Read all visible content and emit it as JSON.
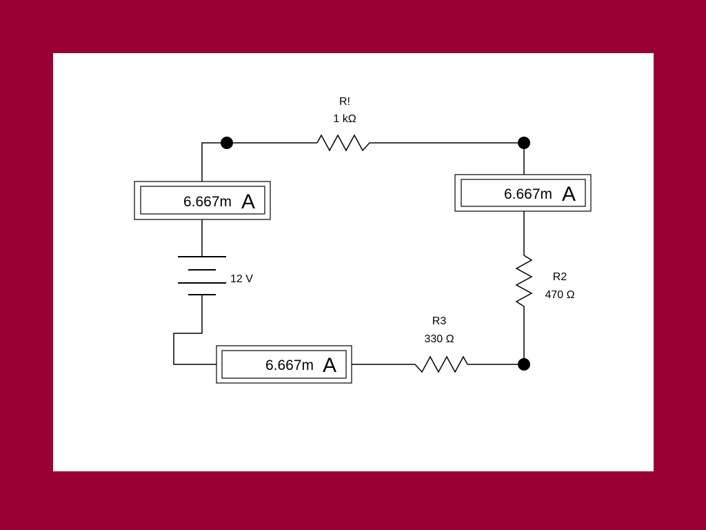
{
  "colors": {
    "background": "#990033",
    "panel": "#ffffff",
    "ink": "#000000"
  },
  "components": {
    "r1": {
      "name": "R!",
      "value": "1 kΩ"
    },
    "r2": {
      "name": "R2",
      "value": "470 Ω"
    },
    "r3": {
      "name": "R3",
      "value": "330 Ω"
    },
    "battery": {
      "value": "12 V"
    }
  },
  "ammeters": {
    "left": {
      "reading": "6.667m",
      "unit": "A"
    },
    "right": {
      "reading": "6.667m",
      "unit": "A"
    },
    "bottom": {
      "reading": "6.667m",
      "unit": "A"
    }
  }
}
